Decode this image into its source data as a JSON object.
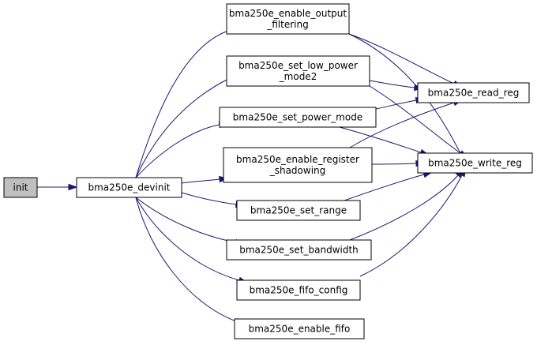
{
  "colors": {
    "edge": "#191970",
    "node_fill": "#ffffff",
    "root_fill": "#bfbfbf",
    "node_border": "#000000"
  },
  "nodes": {
    "init": {
      "lines": [
        "init"
      ],
      "root": true
    },
    "devinit": {
      "lines": [
        "bma250e_devinit"
      ]
    },
    "enable_output_filtering": {
      "lines": [
        "bma250e_enable_output",
        "_filtering"
      ]
    },
    "set_low_power_mode2": {
      "lines": [
        "bma250e_set_low_power",
        "_mode2"
      ]
    },
    "set_power_mode": {
      "lines": [
        "bma250e_set_power_mode"
      ]
    },
    "enable_register_shadowing": {
      "lines": [
        "bma250e_enable_register",
        "_shadowing"
      ]
    },
    "set_range": {
      "lines": [
        "bma250e_set_range"
      ]
    },
    "set_bandwidth": {
      "lines": [
        "bma250e_set_bandwidth"
      ]
    },
    "fifo_config": {
      "lines": [
        "bma250e_fifo_config"
      ]
    },
    "enable_fifo": {
      "lines": [
        "bma250e_enable_fifo"
      ]
    },
    "read_reg": {
      "lines": [
        "bma250e_read_reg"
      ]
    },
    "write_reg": {
      "lines": [
        "bma250e_write_reg"
      ]
    }
  },
  "edges": [
    [
      "init",
      "devinit"
    ],
    [
      "devinit",
      "enable_output_filtering"
    ],
    [
      "devinit",
      "set_low_power_mode2"
    ],
    [
      "devinit",
      "set_power_mode"
    ],
    [
      "devinit",
      "enable_register_shadowing"
    ],
    [
      "devinit",
      "set_range"
    ],
    [
      "devinit",
      "set_bandwidth"
    ],
    [
      "devinit",
      "fifo_config"
    ],
    [
      "devinit",
      "enable_fifo"
    ],
    [
      "enable_output_filtering",
      "read_reg"
    ],
    [
      "enable_output_filtering",
      "write_reg"
    ],
    [
      "set_low_power_mode2",
      "read_reg"
    ],
    [
      "set_low_power_mode2",
      "write_reg"
    ],
    [
      "set_power_mode",
      "read_reg"
    ],
    [
      "set_power_mode",
      "write_reg"
    ],
    [
      "enable_register_shadowing",
      "read_reg"
    ],
    [
      "enable_register_shadowing",
      "write_reg"
    ],
    [
      "set_range",
      "write_reg"
    ],
    [
      "set_bandwidth",
      "write_reg"
    ],
    [
      "fifo_config",
      "write_reg"
    ]
  ]
}
